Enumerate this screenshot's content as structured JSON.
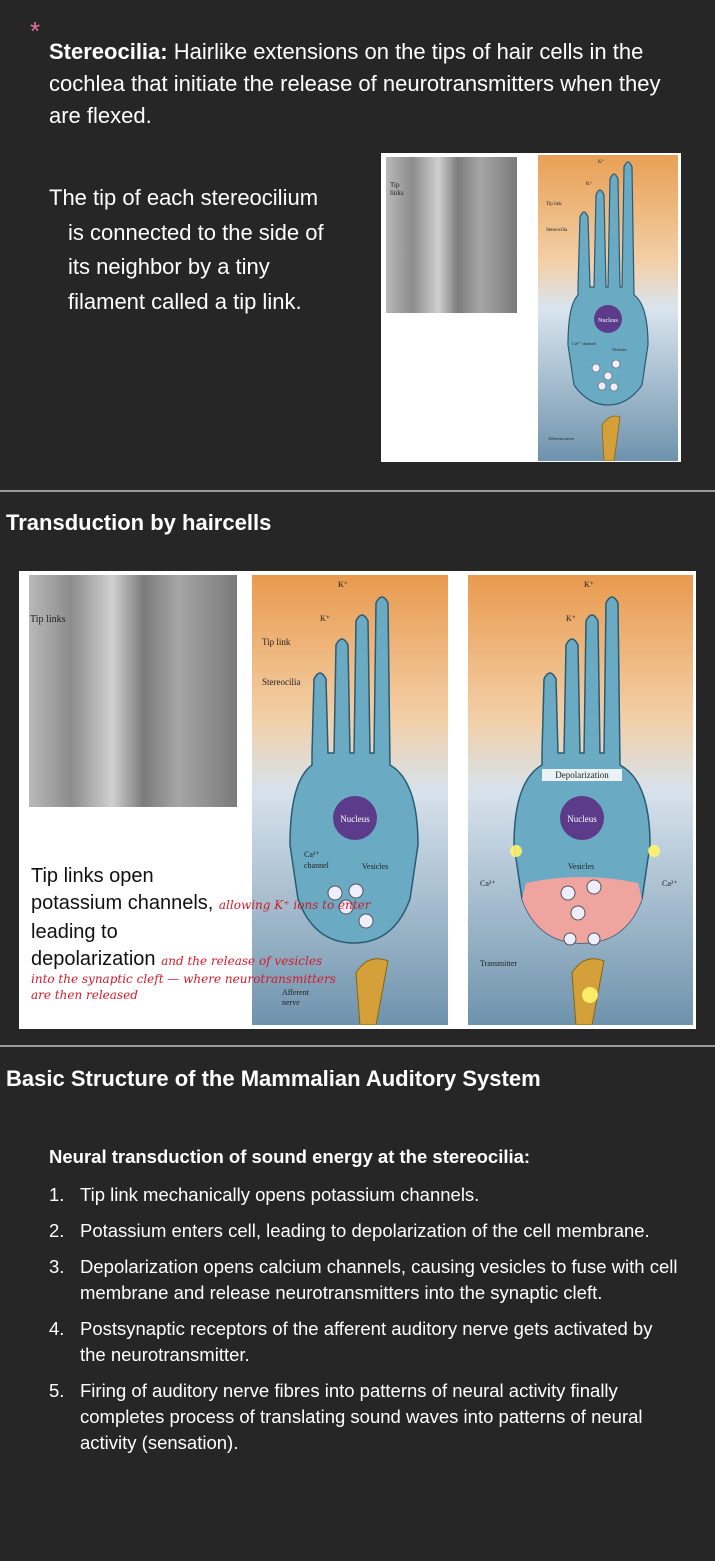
{
  "definition": {
    "star": "*",
    "term": "Stereocilia:",
    "text": "Hairlike extensions on the tips of hair cells in the cochlea that initiate the release of neurotransmitters when they are flexed."
  },
  "tip_link_text": {
    "line1": "The tip of each stereocilium",
    "line2": "is connected to the side of",
    "line3": "its neighbor by a tiny",
    "line4": "filament called a tip link."
  },
  "figure1_labels": {
    "tip_links": "Tip links",
    "k_top": "K⁺",
    "k_mid": "K⁺",
    "tip_link": "Tip link",
    "stereocilia": "Stereocilia",
    "nucleus": "Nucleus",
    "ca_channel": "Ca²⁺ channel",
    "vesicles": "Vesicles",
    "afferent_nerve": "Afferent nerve"
  },
  "section2": {
    "heading": "Transduction by haircells",
    "caption_line1": "Tip links open",
    "caption_line2": "potassium channels,",
    "hand1": "allowing K⁺ ions to enter",
    "caption_line3": "leading to",
    "caption_line4": "depolarization",
    "hand2": "and the release of vesicles",
    "hand3": "into the synaptic cleft — where neurotransmitters",
    "hand4": "are then released",
    "left_labels": {
      "tip_links": "Tip links",
      "k_top": "K⁺",
      "k_mid": "K⁺",
      "tip_link": "Tip link",
      "stereocilia": "Stereocilia",
      "nucleus": "Nucleus",
      "ca": "Ca²⁺",
      "channel": "channel",
      "vesicles": "Vesicles",
      "afferent": "Afferent",
      "nerve": "nerve"
    },
    "right_labels": {
      "k_top": "K⁺",
      "k_mid": "K⁺",
      "depolarization": "Depolarization",
      "nucleus": "Nucleus",
      "vesicles": "Vesicles",
      "ca_left": "Ca²⁺",
      "ca_right": "Ca²⁺",
      "transmitter": "Transmitter"
    }
  },
  "section3": {
    "heading": "Basic Structure of the Mammalian Auditory System",
    "subheading": "Neural transduction of sound energy at the stereocilia:",
    "items": [
      {
        "num": "1.",
        "text": "Tip link mechanically opens potassium channels."
      },
      {
        "num": "2.",
        "text": "Potassium enters cell, leading to depolarization of the cell membrane."
      },
      {
        "num": "3.",
        "text": "Depolarization opens calcium channels, causing vesicles to fuse with cell membrane and release neurotransmitters into the synaptic cleft."
      },
      {
        "num": "4.",
        "text": "Postsynaptic receptors of the afferent auditory nerve gets activated by the neurotransmitter."
      },
      {
        "num": "5.",
        "text": "Firing of auditory nerve fibres into patterns of neural activity finally completes process of translating sound waves into patterns of neural activity (sensation)."
      }
    ]
  }
}
